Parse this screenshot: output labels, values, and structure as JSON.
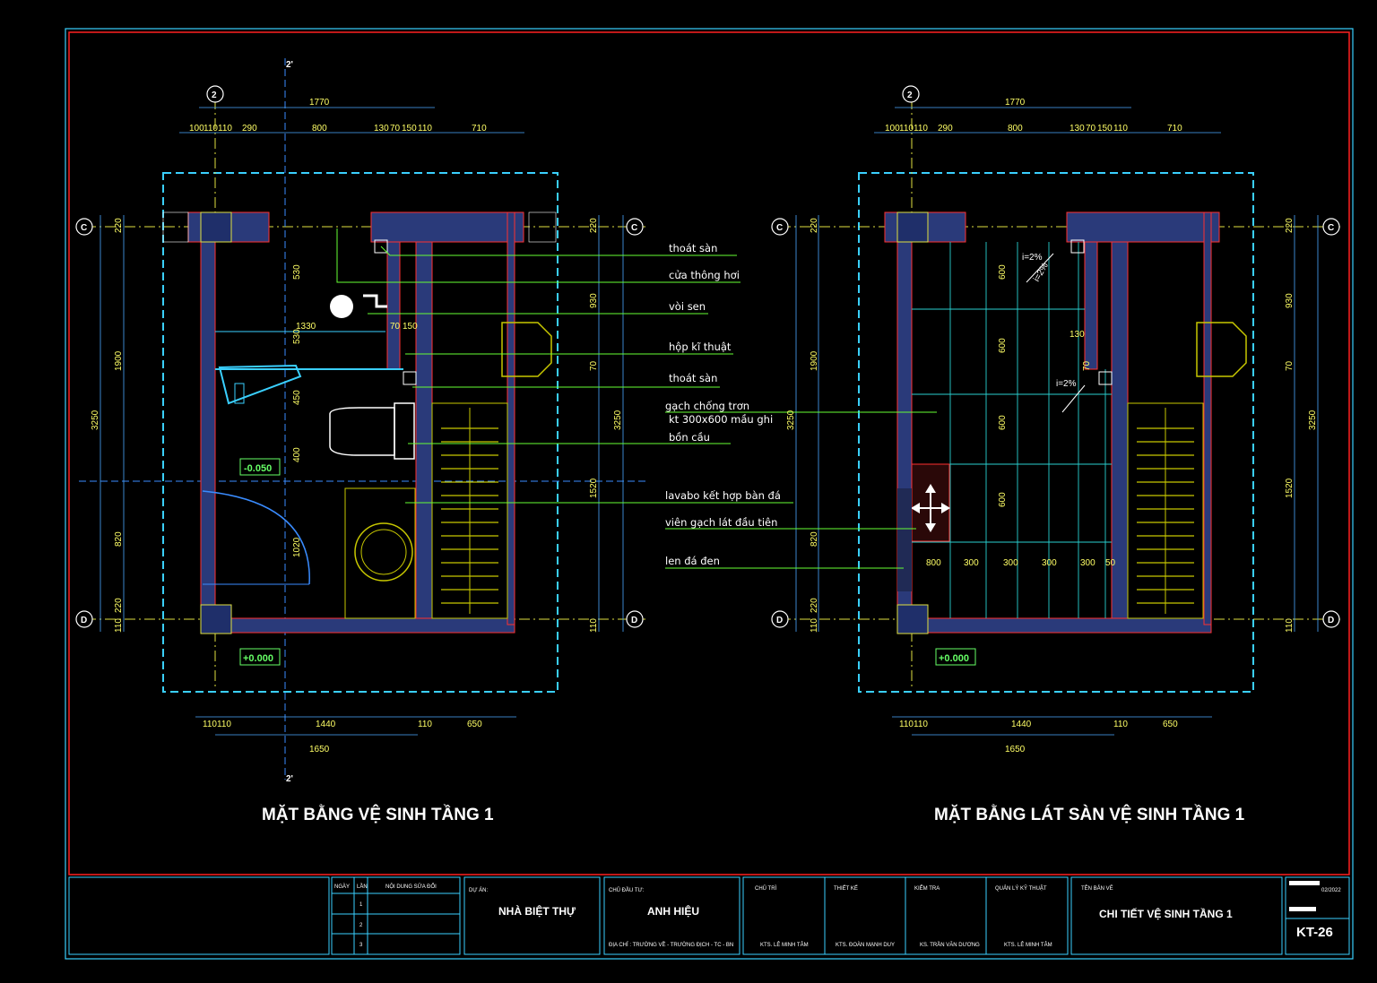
{
  "drawing": {
    "left_title": "MẶT BẰNG VỆ SINH TẦNG 1",
    "right_title": "MẶT BẰNG LÁT SÀN VỆ SINH TẦNG 1",
    "callouts": [
      "thoát sàn",
      "cửa thông hơi",
      "vòi sen",
      "hộp kĩ thuật",
      "thoát sàn",
      "gạch chống trơn",
      "kt 300x600 mầu ghi",
      "bồn cầu",
      "lavabo kết hợp bàn đá",
      "viên gạch lát đầu tiên",
      "len đá đen"
    ],
    "axes": {
      "c": "C",
      "d": "D",
      "two": "2",
      "section_mark": "2'"
    },
    "levels": {
      "minus": "-0.050",
      "zero": "+0.000"
    },
    "dims_top": {
      "total": "1770",
      "parts": [
        "100",
        "110",
        "110",
        "290",
        "800",
        "130",
        "70",
        "150",
        "110",
        "710"
      ]
    },
    "dims_bottom": {
      "parts": [
        "110",
        "110",
        "1440",
        "110",
        "650"
      ],
      "total": "1650"
    },
    "dims_left": [
      "220",
      "1900",
      "3250",
      "820",
      "220",
      "110"
    ],
    "dims_right": [
      "220",
      "930",
      "70",
      "3250",
      "1520",
      "110"
    ],
    "dims_inner_left": [
      "530",
      "1330",
      "530",
      "450",
      "400",
      "1020"
    ],
    "dims_inner_small": [
      "70",
      "150"
    ],
    "floor_dims": {
      "slopes": [
        "i=2%",
        "i=2%",
        "i=2%"
      ],
      "vertical": [
        "600",
        "600",
        "600",
        "600"
      ],
      "horizontal": [
        "800",
        "300",
        "300",
        "300",
        "300",
        "50"
      ],
      "misc": [
        "130",
        "70"
      ]
    }
  },
  "title_block": {
    "rev_headers": [
      "NGÀY",
      "LẦN",
      "NỘI DUNG SỬA ĐỔI"
    ],
    "rev_rows": [
      "1",
      "2",
      "3"
    ],
    "project_label": "DỰ ÁN:",
    "project": "NHÀ BIỆT THỰ",
    "owner_label": "CHỦ ĐẦU TƯ:",
    "owner": "ANH HIỆU",
    "address": "ĐỊA CHỈ : TRƯỜNG VỀ - TRƯỜNG ĐỊCH - TC - BN",
    "roles": [
      "CHỦ TRÌ",
      "THIẾT KẾ",
      "KIỂM TRA",
      "QUẢN LÝ KỸ THUẬT"
    ],
    "names": [
      "KTS. LÊ MINH TÂM",
      "KTS. ĐOÀN MẠNH DUY",
      "KS. TRẦN VĂN DƯƠNG",
      "KTS. LÊ MINH TÂM"
    ],
    "sheet_label": "TÊN BẢN VẼ",
    "sheet_title": "CHI TIẾT VỆ SINH TẦNG 1",
    "sheet_no": "KT-26",
    "date": "02/2022"
  },
  "colors": {
    "frame": "#ff2020",
    "border": "#3ad0ff",
    "wall": "#2a3a7a",
    "wall_edge": "#ff3030",
    "dim": "#4aa8ff",
    "dim_text": "#ffff66",
    "leader": "#66ff33"
  }
}
